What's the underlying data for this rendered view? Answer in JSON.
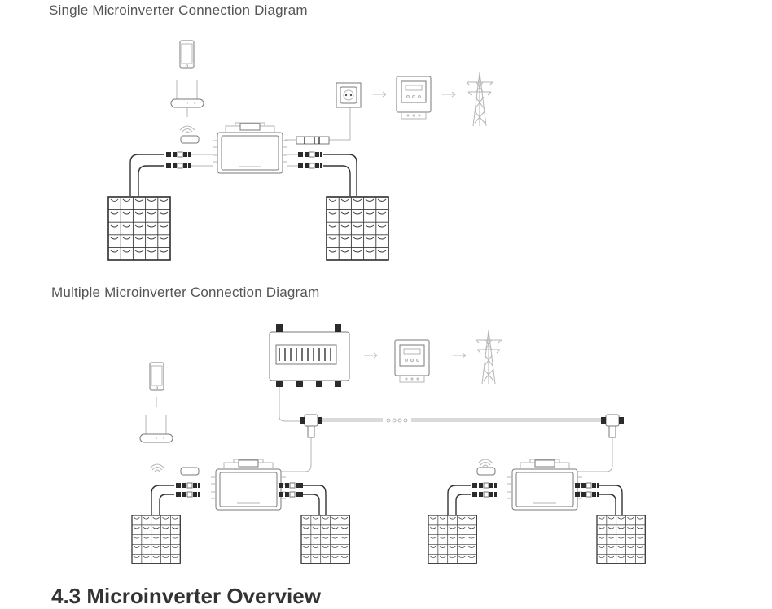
{
  "sections": {
    "single_title": "Single Microinverter Connection Diagram",
    "multi_title": "Multiple Microinverter Connection Diagram",
    "next_heading_partial": "4.3 Microinverter Overview"
  },
  "icons": [
    "smartphone-icon",
    "router-icon",
    "wifi-signal-icon",
    "microinverter-icon",
    "solar-panel-icon",
    "wall-socket-icon",
    "energy-meter-icon",
    "transmission-tower-icon",
    "distribution-box-icon",
    "t-connector-icon",
    "ac-trunk-cable-icon",
    "mc4-connector-icon"
  ],
  "colors": {
    "title_text": "#555555",
    "line_light": "#b5b5b5",
    "line_dark": "#333333"
  }
}
